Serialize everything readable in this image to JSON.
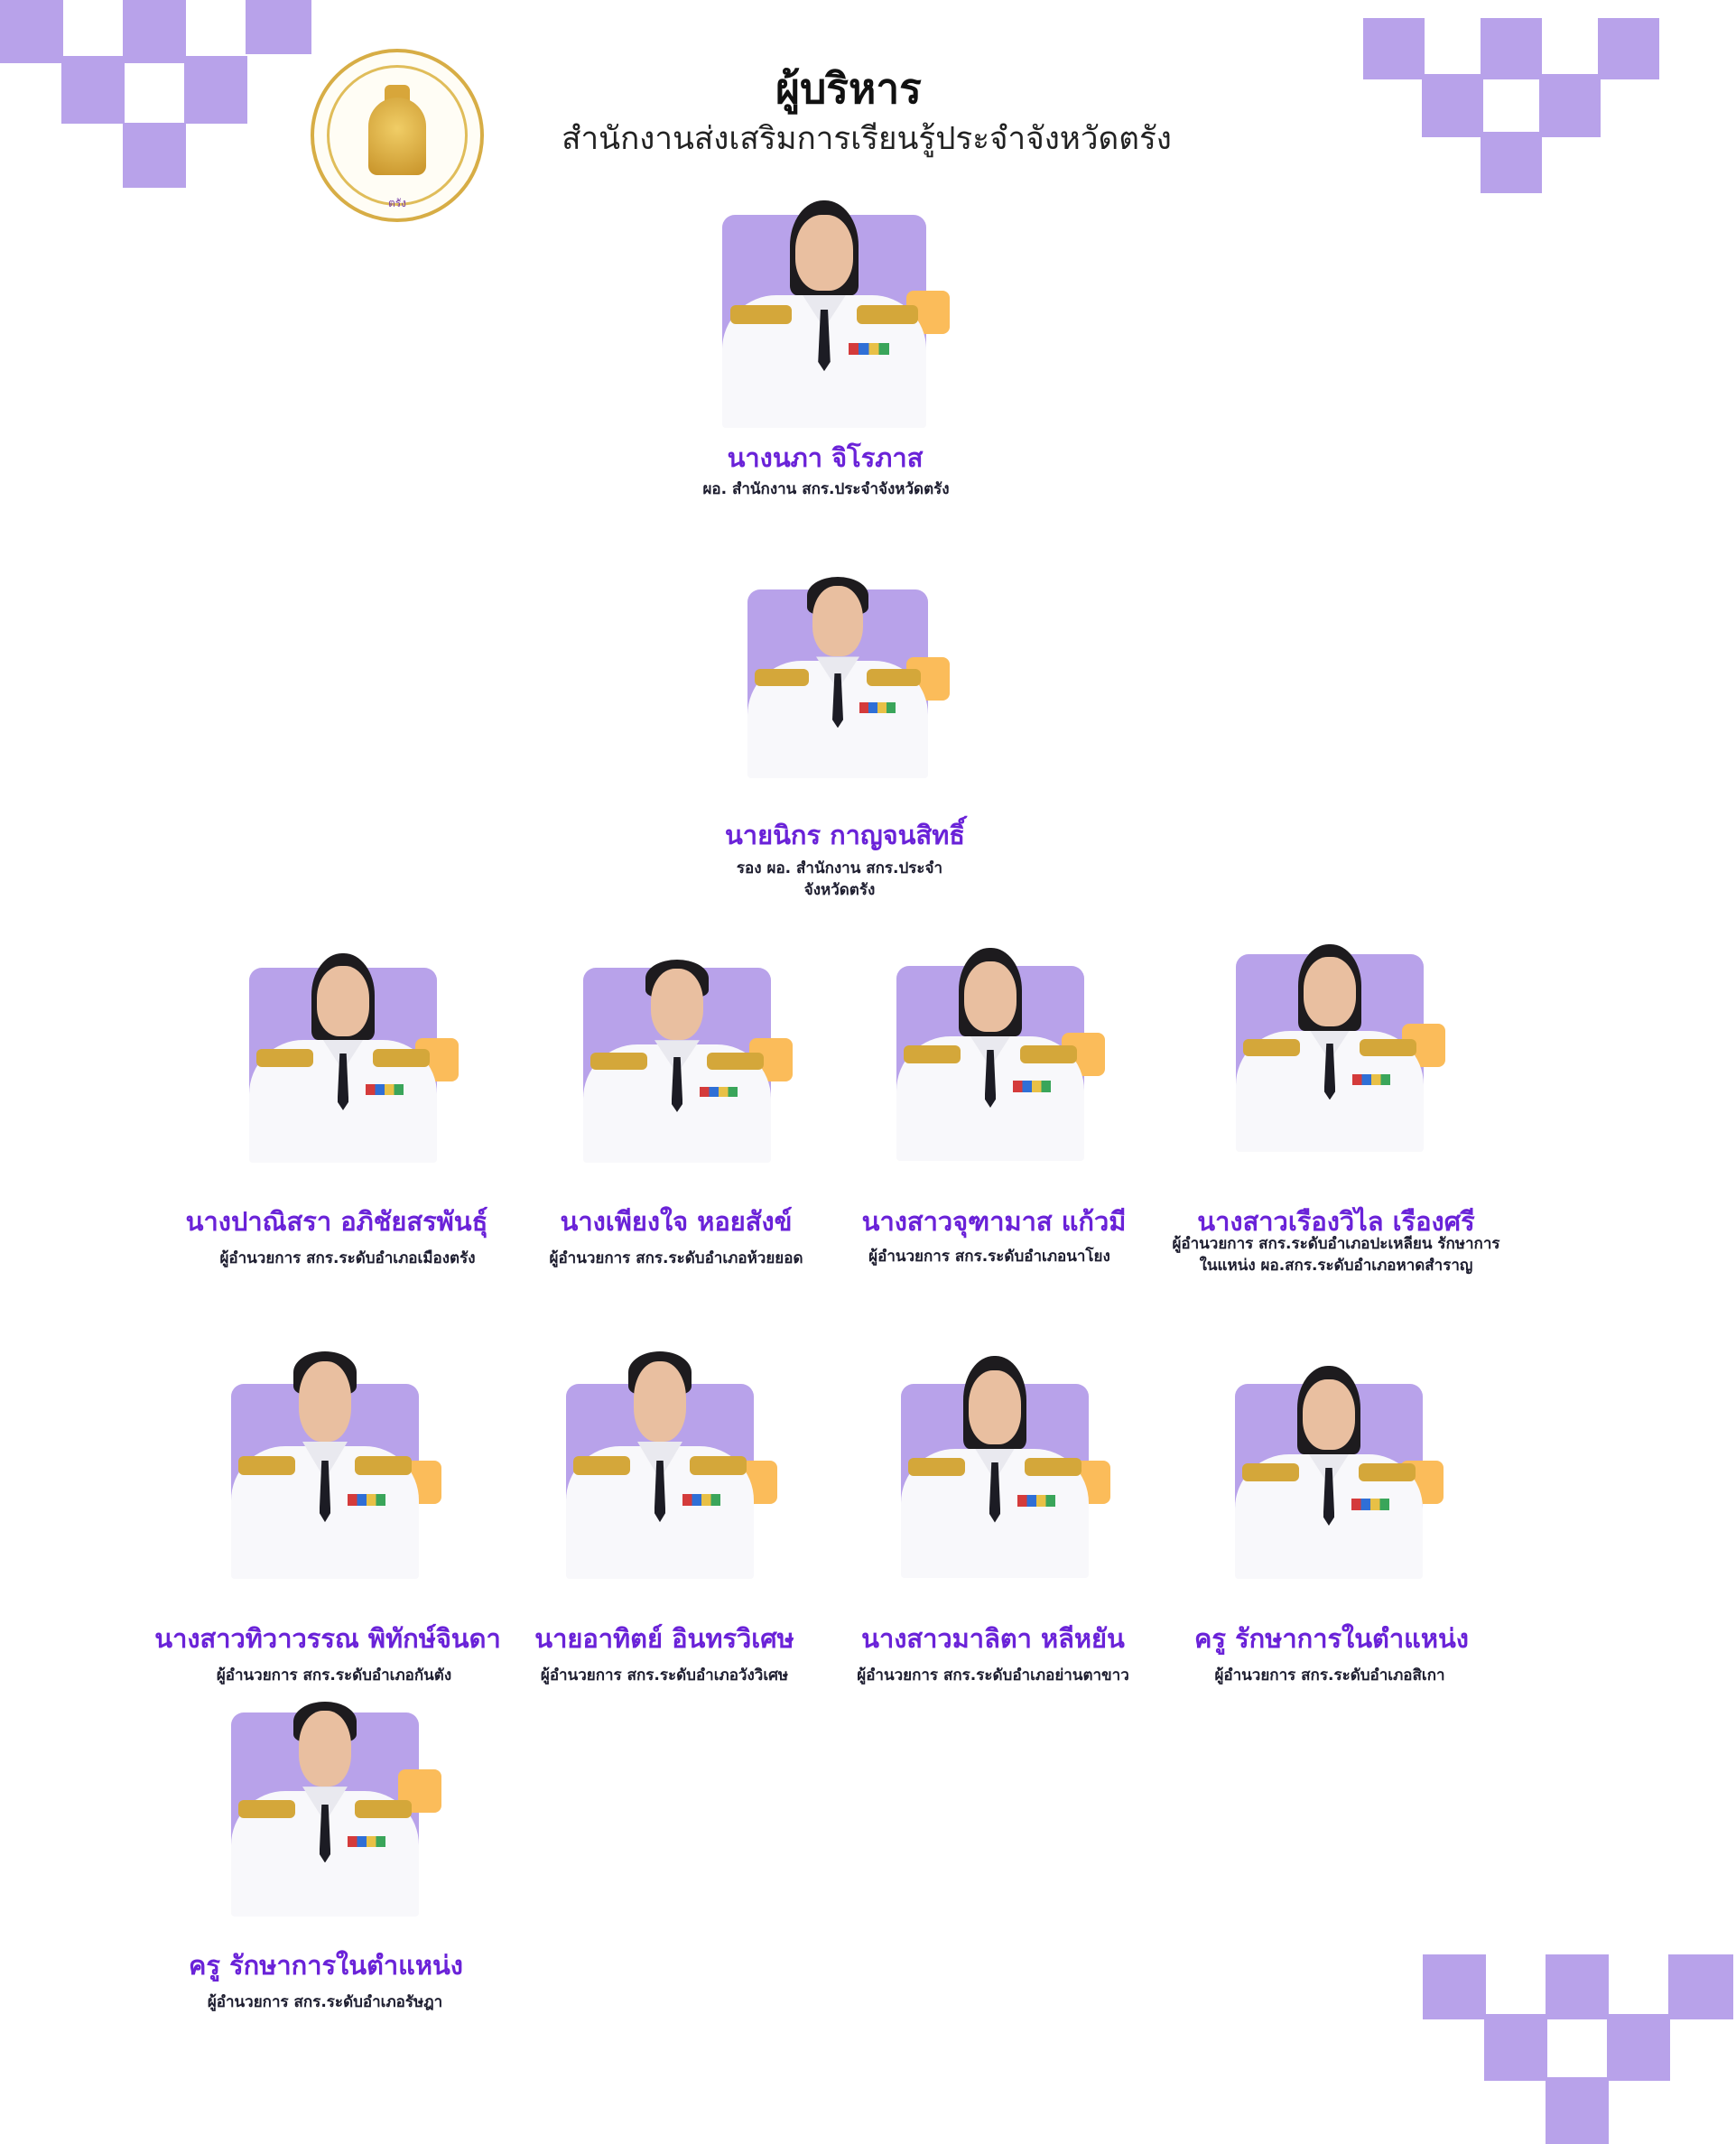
{
  "header": {
    "title": "ผู้บริหาร",
    "subtitle": "สำนักงานส่งเสริมการเรียนรู้ประจำจังหวัดตรัง",
    "seal_bottom_text": "ตรัง"
  },
  "colors": {
    "accent_purple": "#6a22d8",
    "card_purple": "#b8a2ea",
    "accent_orange": "#fbbc5a"
  },
  "people": [
    {
      "name": "นางนภา  จิโรภาส",
      "role": "ผอ. สำนักงาน สกร.ประจำจังหวัดตรัง"
    },
    {
      "name": "นายนิกร กาญจนสิทธิ์",
      "role": "รอง ผอ. สำนักงาน สกร.ประจำจังหวัดตรัง"
    },
    {
      "name": "นางปาณิสรา อภิชัยสรพันธุ์",
      "role": "ผู้อำนวยการ สกร.ระดับอำเภอเมืองตรัง"
    },
    {
      "name": "นางเพียงใจ หอยสังข์",
      "role": "ผู้อำนวยการ สกร.ระดับอำเภอห้วยยอด"
    },
    {
      "name": "นางสาวจุฑามาส แก้วมี",
      "role": "ผู้อำนวยการ สกร.ระดับอำเภอนาโยง"
    },
    {
      "name": "นางสาวเรืองวิไล เรืองศรี",
      "role": "ผู้อำนวยการ สกร.ระดับอำเภอปะเหลียน รักษาการในแหน่ง ผอ.สกร.ระดับอำเภอหาดสำราญ"
    },
    {
      "name": "นางสาวทิวาวรรณ พิทักษ์จินดา",
      "role": "ผู้อำนวยการ สกร.ระดับอำเภอกันตัง"
    },
    {
      "name": "นายอาทิตย์ อินทรวิเศษ",
      "role": "ผู้อำนวยการ สกร.ระดับอำเภอวังวิเศษ"
    },
    {
      "name": "นางสาวมาลิตา หลีหยัน",
      "role": "ผู้อำนวยการ สกร.ระดับอำเภอย่านตาขาว"
    },
    {
      "name": "ครู  รักษาการในตำแหน่ง",
      "role": "ผู้อำนวยการ สกร.ระดับอำเภอสิเกา"
    },
    {
      "name": "ครู รักษาการในตำแหน่ง",
      "role": "ผู้อำนวยการ สกร.ระดับอำเภอรัษฎา"
    }
  ]
}
